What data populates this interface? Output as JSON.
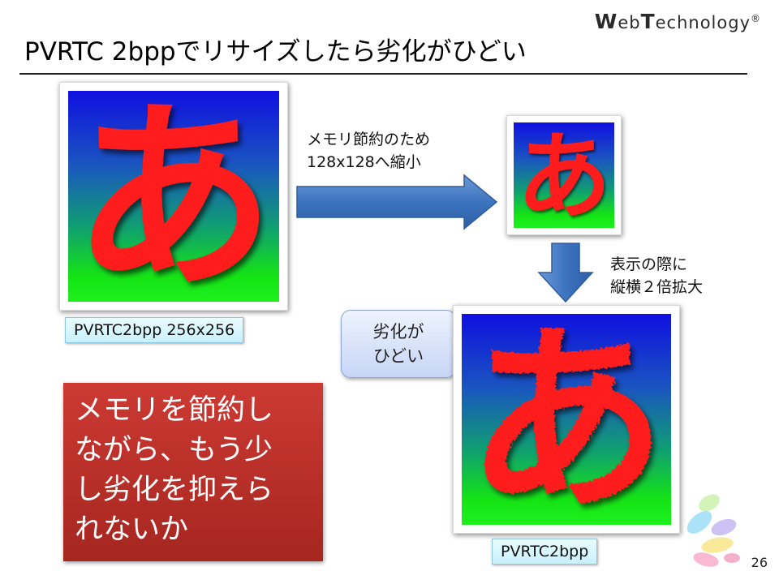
{
  "header": {
    "logo_w": "W",
    "logo_eb": "eb",
    "logo_t": "T",
    "logo_rest": "echnology",
    "logo_reg": "®",
    "title": "PVRTC 2bppでリサイズしたら劣化がひどい"
  },
  "images": {
    "glyph": "あ",
    "original_label": "PVRTC2bpp 256x256",
    "result_label": "PVRTC2bpp"
  },
  "notes": {
    "shrink_line1": "メモリ節約のため",
    "shrink_line2": "128x128へ縮小",
    "enlarge_line1": "表示の際に",
    "enlarge_line2": "縦横２倍拡大"
  },
  "callout": {
    "line1": "劣化が",
    "line2": "ひどい"
  },
  "conclusion": {
    "line1": "メモリを節約し",
    "line2": "ながら、もう少",
    "line3": "し劣化を抑えら",
    "line4": "れないか"
  },
  "footer": {
    "page_number": "26"
  },
  "colors": {
    "glyph_red": "#ff1e1e",
    "arrow_blue": "#3d74c0",
    "box_red": "#b8302a",
    "label_bg": "#d6f5fe",
    "callout_bg": "#d6e2fa"
  }
}
